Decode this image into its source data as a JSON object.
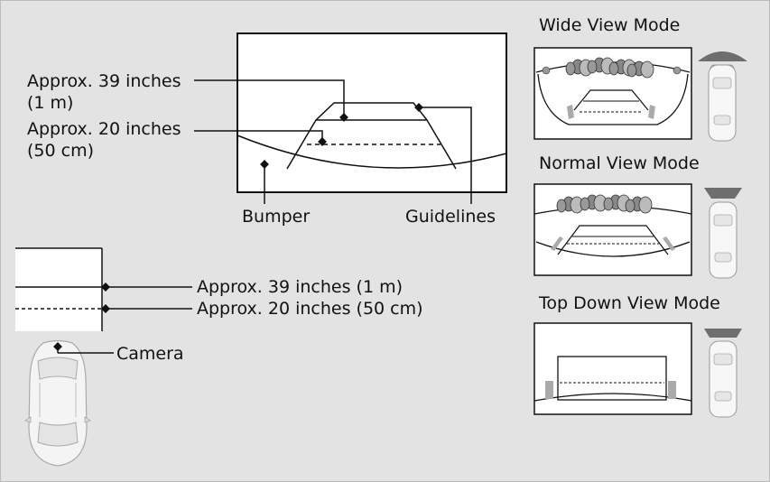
{
  "colors": {
    "background": "#e3e3e3",
    "panel": "#ffffff",
    "car_body": "#f2f2f2",
    "mode_indicator": "#6e6e6e",
    "line": "#111111"
  },
  "callouts": {
    "dist_39_label": "Approx. 39 inches",
    "dist_39_metric": "(1 m)",
    "dist_20_label": "Approx. 20 inches",
    "dist_20_metric": "(50 cm)",
    "bumper": "Bumper",
    "guidelines": "Guidelines",
    "camera": "Camera",
    "top_39": "Approx. 39 inches (1 m)",
    "top_20": "Approx. 20 inches (50 cm)"
  },
  "modes": {
    "wide": "Wide View Mode",
    "normal": "Normal View Mode",
    "top_down": "Top Down View Mode"
  }
}
